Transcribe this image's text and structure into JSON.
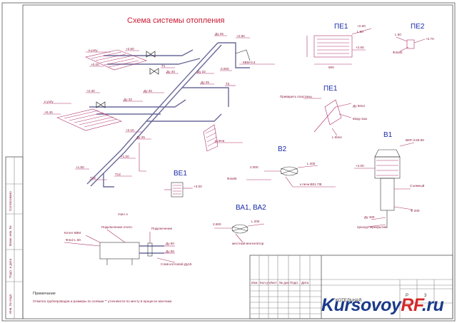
{
  "drawing": {
    "title": "Схема системы отопления",
    "views": {
      "pe1_top": "ПЕ1",
      "pe2": "ПЕ2",
      "pe1_mid": "ПЕ1",
      "b1": "В1",
      "b2": "В2",
      "be1": "ВЕ1",
      "ba": "ВА1, ВА2"
    },
    "notes": {
      "heading": "Примечание",
      "text": "Отметка трубопроводов и размеры по осевым \"\" уточняются по месту в процессе монтажа"
    },
    "title_block": {
      "name": "КОТЕЛЬНАЯ",
      "stage": "Р",
      "sheet": "3",
      "columns": [
        "Изм",
        "Кол.уч",
        "Лист",
        "№ док",
        "Подп.",
        "Дата"
      ]
    },
    "side_stamp": [
      "Инв. № подл.",
      "Подп. и дата",
      "Взам. инв. №",
      "Согласовано"
    ]
  },
  "watermark": {
    "brand": "Kursovoy",
    "suffix": "RF",
    "domain": ".ru"
  },
  "colors": {
    "title": "#cc1a33",
    "view_label": "#1a2aa8",
    "leader": "#b0306a",
    "watermark_blue": "#1b3a8a",
    "watermark_red": "#d42a2a"
  }
}
